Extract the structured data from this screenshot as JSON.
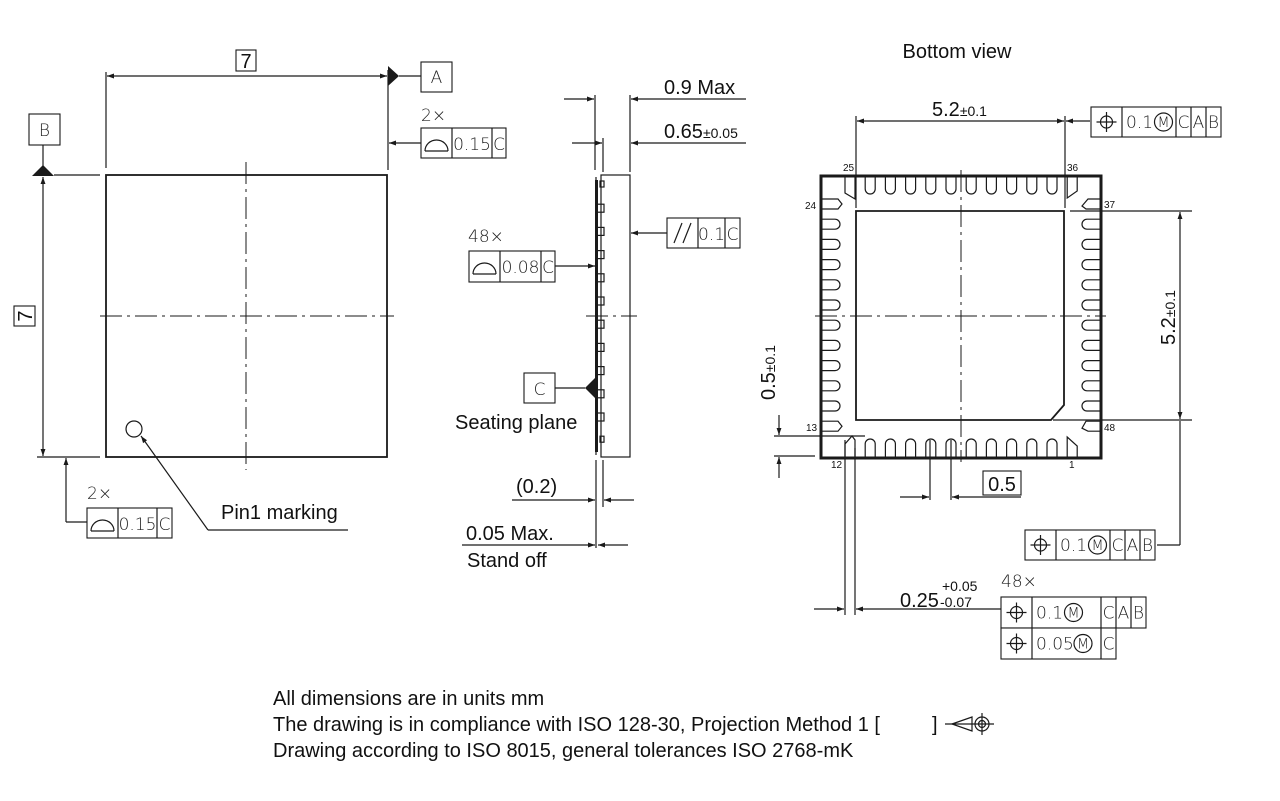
{
  "drawing": {
    "top_view": {
      "width_dim": "7",
      "height_dim": "7",
      "datum_a": "A",
      "datum_b": "B",
      "fcf_top": {
        "count": "2×",
        "symbol": "profile-of-line",
        "tolerance": "0.15",
        "datum": "C"
      },
      "fcf_bottom": {
        "count": "2×",
        "symbol": "profile-of-line",
        "tolerance": "0.15",
        "datum": "C"
      },
      "pin1_label": "Pin1 marking"
    },
    "side_view": {
      "height_max": "0.9 Max",
      "body_thickness": "0.65",
      "body_thickness_tol": "±0.05",
      "parallelism": {
        "symbol": "parallelism",
        "tolerance": "0.1",
        "datum": "C"
      },
      "lead_profile": {
        "count": "48×",
        "symbol": "profile-of-line",
        "tolerance": "0.08",
        "datum": "C"
      },
      "datum_c": "C",
      "seating_plane": "Seating plane",
      "lead_thickness": "(0.2)",
      "standoff_value": "0.05 Max.",
      "standoff_label": "Stand off"
    },
    "bottom_view": {
      "title": "Bottom view",
      "pad_width": "5.2",
      "pad_width_tol": "±0.1",
      "pad_height": "5.2",
      "pad_height_tol": "±0.1",
      "lead_length": "0.5",
      "lead_length_tol": "±0.1",
      "pitch": "0.5",
      "lead_width": "0.25",
      "lead_width_tol_plus": "+0.05",
      "lead_width_tol_minus": "-0.07",
      "pin_numbers": {
        "p1": "1",
        "p12": "12",
        "p13": "13",
        "p24": "24",
        "p25": "25",
        "p36": "36",
        "p37": "37",
        "p48": "48"
      },
      "fcf_pad_top": {
        "symbol": "position",
        "tolerance": "0.1",
        "modifier": "M",
        "datums": [
          "C",
          "A",
          "B"
        ]
      },
      "fcf_pad_right": {
        "symbol": "position",
        "tolerance": "0.1",
        "modifier": "M",
        "datums": [
          "C",
          "A",
          "B"
        ]
      },
      "fcf_leads": {
        "count": "48×",
        "row1": {
          "symbol": "position",
          "tolerance": "0.1",
          "modifier": "M",
          "datums": [
            "C",
            "A",
            "B"
          ]
        },
        "row2": {
          "symbol": "position",
          "tolerance": "0.05",
          "modifier": "M",
          "datums": [
            "C"
          ]
        }
      }
    }
  },
  "notes": [
    "All dimensions are in units mm",
    "The drawing is in compliance with ISO 128-30, Projection Method 1 [",
    "Drawing according to ISO 8015, general tolerances ISO 2768-mK"
  ],
  "notes_suffix": "]",
  "colors": {
    "ink": "#1a1a1a",
    "background": "#ffffff"
  }
}
